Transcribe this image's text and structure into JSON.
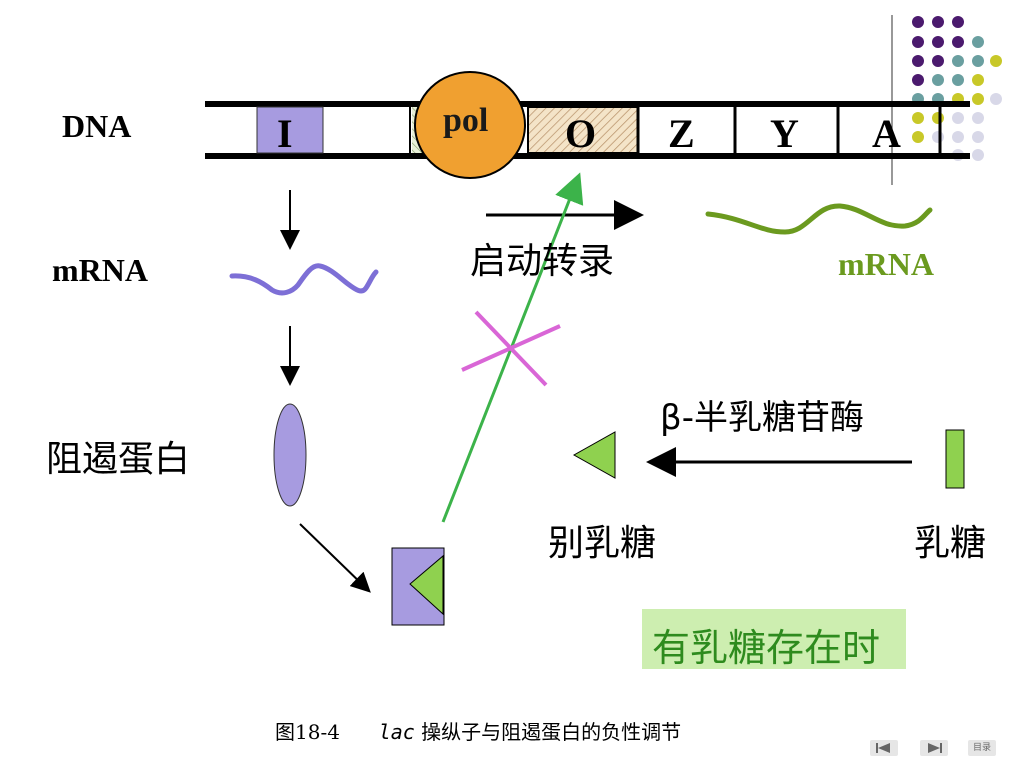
{
  "dna": {
    "label": "DNA",
    "genes": [
      "I",
      "O",
      "Z",
      "Y",
      "A"
    ],
    "polymerase": "pol"
  },
  "labels": {
    "mrna_left": "mRNA",
    "mrna_right": "mRNA",
    "start_transcription": "启动转录",
    "repressor": "阻遏蛋白",
    "enzyme": "β-半乳糖苷酶",
    "allolactose": "别乳糖",
    "lactose": "乳糖",
    "condition": "有乳糖存在时"
  },
  "caption": {
    "prefix": "图18-4",
    "italic": "lac",
    "text": "操纵子与阻遏蛋白的负性调节"
  },
  "nav": {
    "prev_icon": "prev-arrow-icon",
    "next_icon": "next-arrow-icon",
    "menu_label": "目录"
  },
  "colors": {
    "repressor": "#a79be0",
    "mrna_left": "#7d6fd6",
    "mrna_right": "#6b9a1f",
    "lactose": "#8fd14f",
    "pol": "#f0a030",
    "green_arrow": "#3cb34a",
    "block_x": "#d966d6",
    "condition_bg": "#cdeeb0",
    "condition_text": "#2e8b1e",
    "dots_purple": "#4b1a6e",
    "dots_teal": "#6a9fa0",
    "dots_yellow": "#c8c828",
    "dots_light": "#d8d8e8"
  }
}
